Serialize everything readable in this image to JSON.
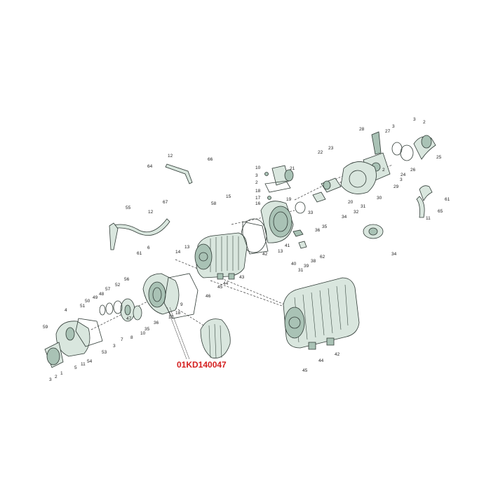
{
  "callout": {
    "part_code": "01KD140047",
    "color": "#d42020"
  },
  "labels": {
    "l1": "2",
    "l2": "3",
    "l3": "25",
    "l4": "27",
    "l5": "3",
    "l6": "28",
    "l7": "26",
    "l8": "24",
    "l9": "2",
    "l10": "3",
    "l11": "30",
    "l12": "29",
    "l13": "23",
    "l14": "22",
    "l15": "20",
    "l16": "31",
    "l17": "32",
    "l18": "34",
    "l19": "61",
    "l20": "65",
    "l21": "11",
    "l22": "34",
    "l23": "10",
    "l24": "3",
    "l25": "21",
    "l26": "2",
    "l27": "18",
    "l28": "17",
    "l29": "16",
    "l30": "19",
    "l31": "33",
    "l32": "35",
    "l33": "36",
    "l34": "40",
    "l35": "31",
    "l36": "39",
    "l37": "38",
    "l38": "62",
    "l39": "41",
    "l40": "13",
    "l41": "42",
    "l42": "12",
    "l43": "66",
    "l44": "64",
    "l45": "58",
    "l46": "15",
    "l47": "55",
    "l48": "12",
    "l49": "67",
    "l50": "61",
    "l51": "6",
    "l52": "14",
    "l53": "13",
    "l54": "44",
    "l55": "45",
    "l56": "43",
    "l57": "46",
    "l58": "9",
    "l59": "51",
    "l60": "50",
    "l61": "49",
    "l62": "48",
    "l63": "57",
    "l64": "52",
    "l65": "56",
    "l66": "47",
    "l67": "8",
    "l68": "10",
    "l69": "35",
    "l70": "36",
    "l71": "18",
    "l72": "17",
    "l73": "4",
    "l74": "3",
    "l75": "7",
    "l76": "53",
    "l77": "54",
    "l78": "59",
    "l79": "5",
    "l80": "11",
    "l81": "1",
    "l82": "2",
    "l83": "3",
    "l84": "45",
    "l85": "44",
    "l86": "42"
  }
}
